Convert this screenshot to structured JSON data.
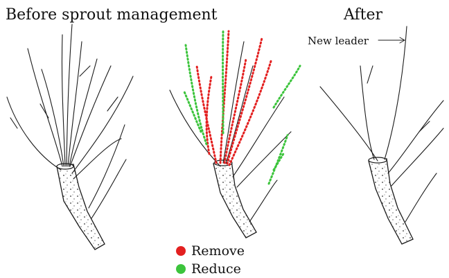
{
  "titles": {
    "before": "Before sprout management",
    "after": "After"
  },
  "callout": {
    "new_leader": "New leader"
  },
  "legend": [
    {
      "label": "Remove",
      "color": "#e32020"
    },
    {
      "label": "Reduce",
      "color": "#3cc43c"
    }
  ],
  "colors": {
    "ink": "#1a1a1a",
    "remove": "#e32020",
    "reduce": "#3cc43c"
  }
}
